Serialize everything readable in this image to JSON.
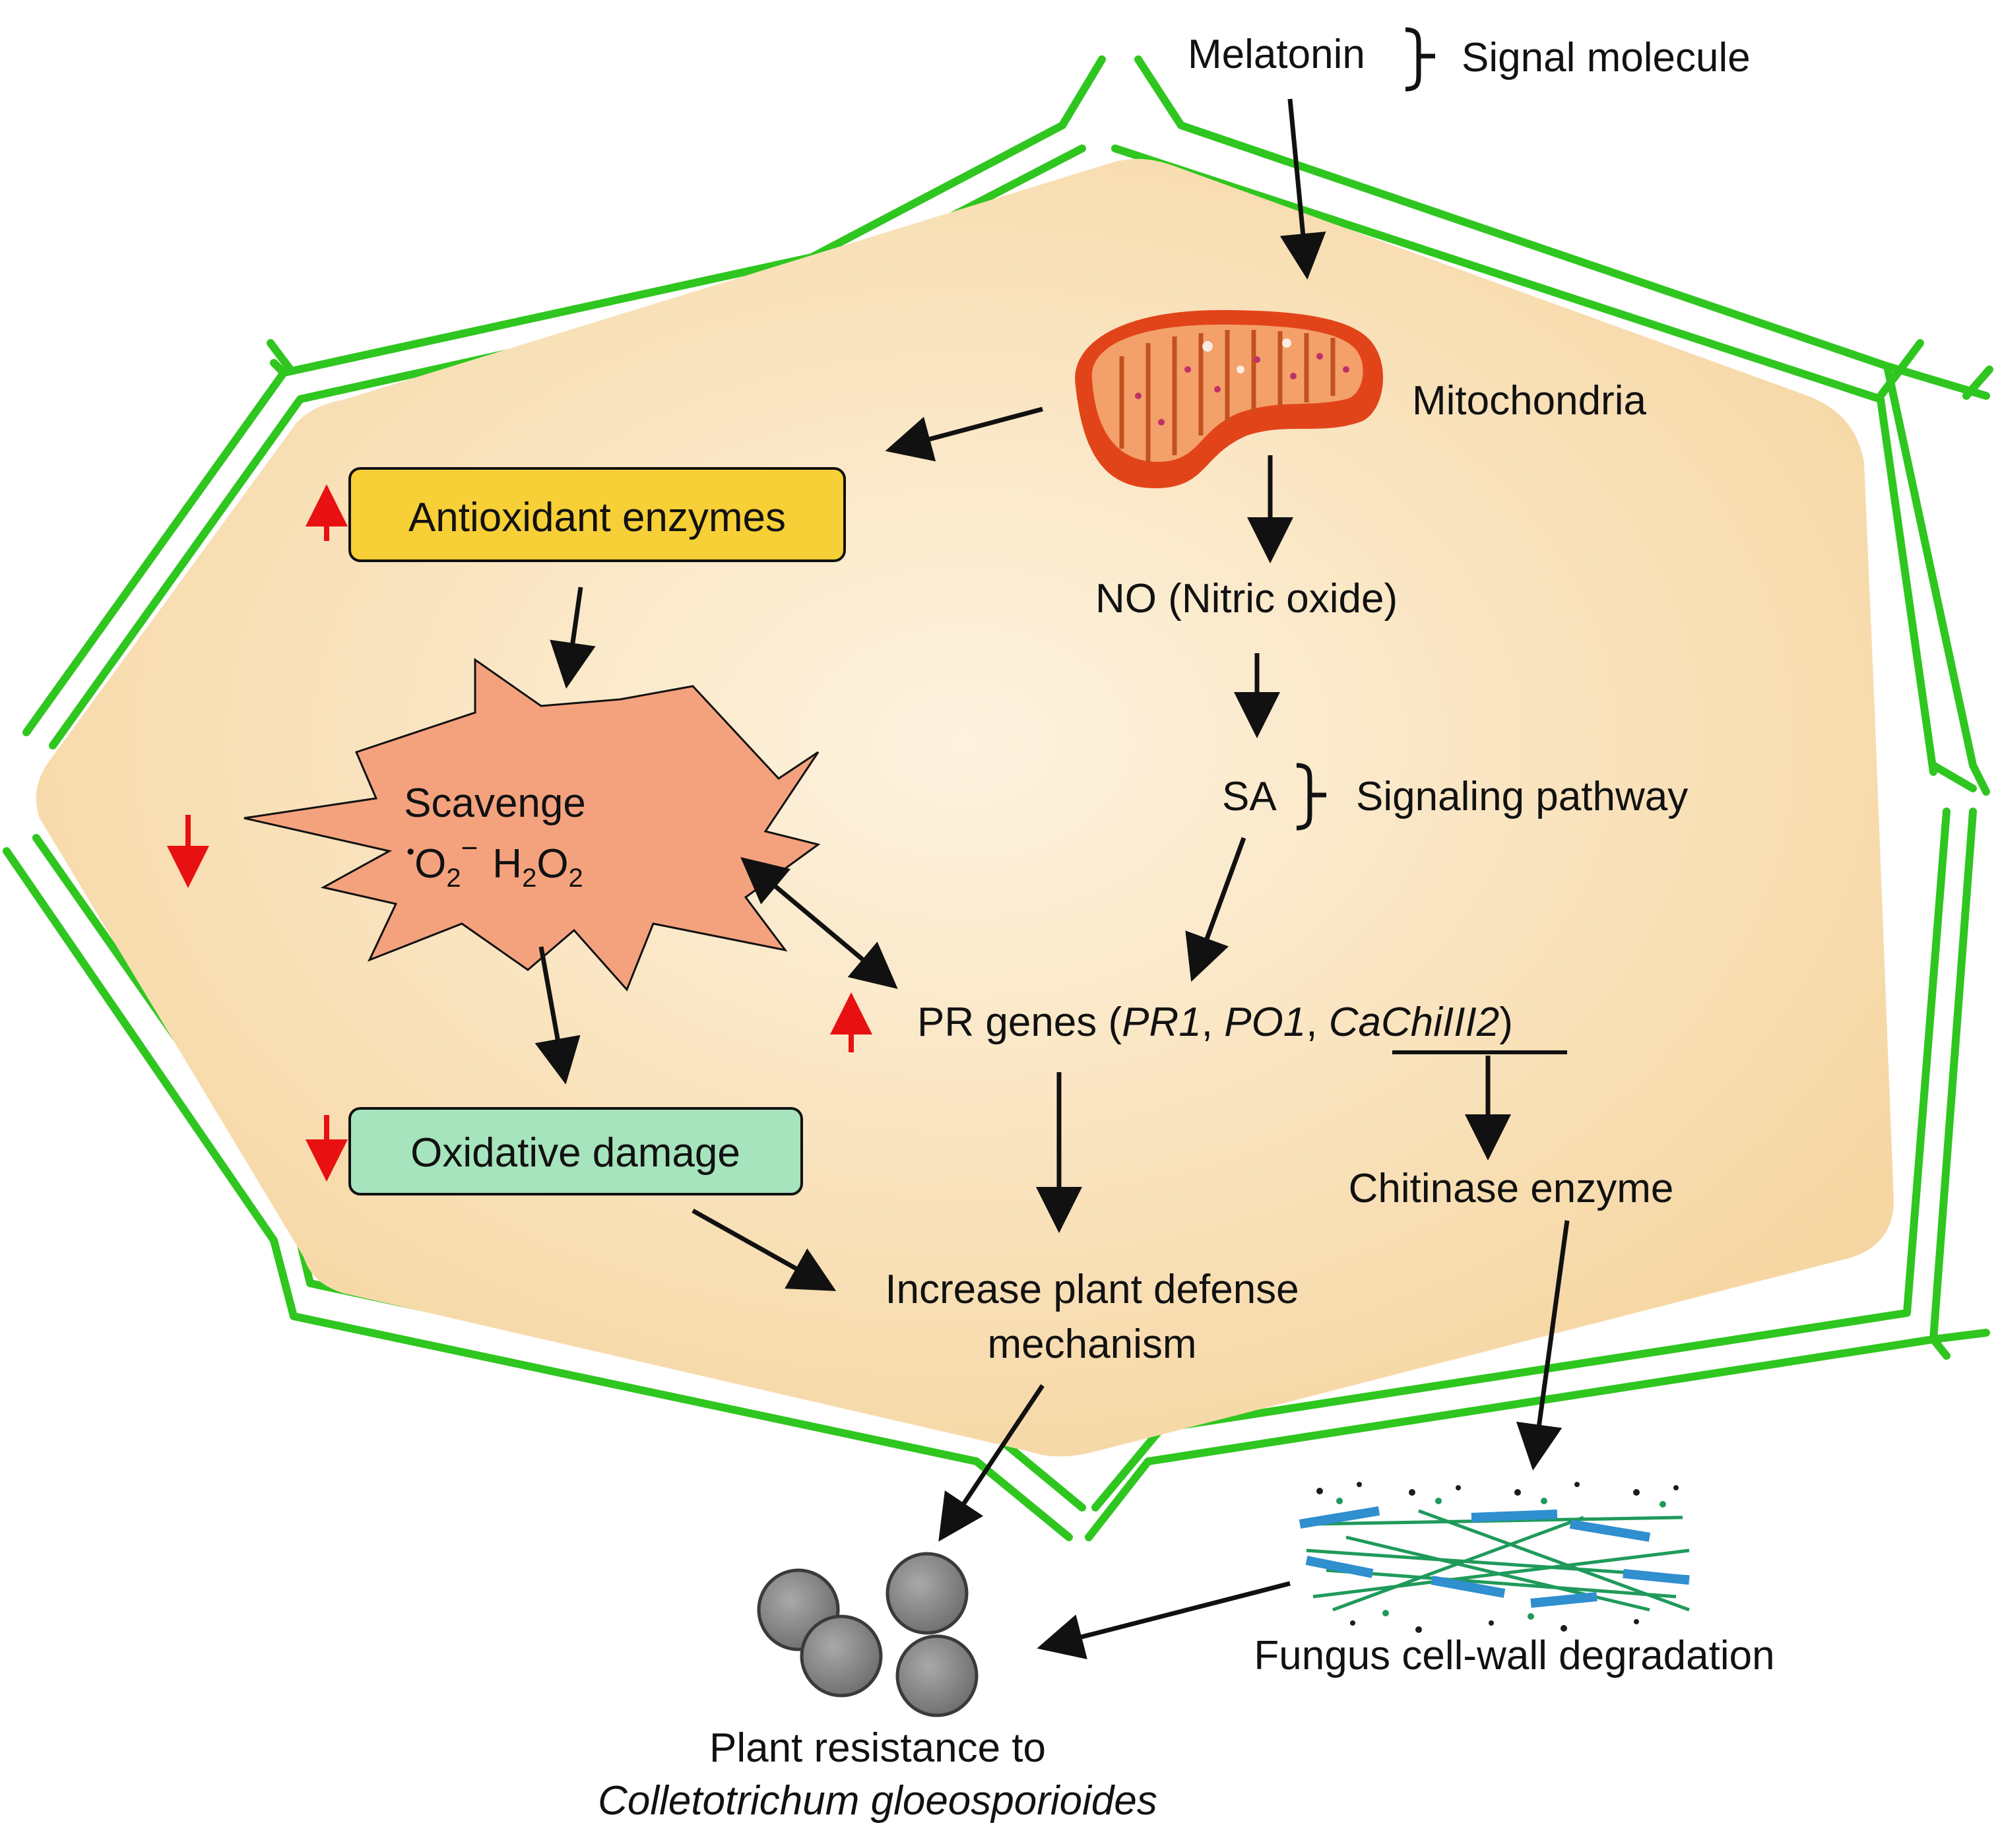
{
  "colors": {
    "cell_wall": "#2fc61f",
    "cytoplasm": "#f7d7a4",
    "mito_outer": "#e2441a",
    "antioxidant_box": "#f7cf36",
    "oxidative_box": "#a6e4bd",
    "burst": "#f4a27e",
    "up_down_arrow": "#e81010",
    "arrow": "#111111",
    "spore": "#8c8c8c",
    "fiber_blue": "#2f8fcf",
    "fiber_green": "#1f9a5a"
  },
  "icons": {
    "mitochondria": "mitochondria-icon",
    "spores": "fungal-spores-icon",
    "fibers": "cell-wall-fibers-icon"
  },
  "labels": {
    "melatonin": "Melatonin",
    "signal_molecule": "Signal molecule",
    "mitochondria": "Mitochondria",
    "antioxidant_enzymes": "Antioxidant enzymes",
    "no": "NO (Nitric oxide)",
    "scavenge": "Scavenge",
    "superoxide_dot": "•",
    "superoxide_o": "O",
    "superoxide_sub": "2",
    "superoxide_sup": "−",
    "h2o2_h": "H",
    "h2o2_sub1": "2",
    "h2o2_o": "O",
    "h2o2_sub2": "2",
    "sa": "SA",
    "signaling_pathway": "Signaling pathway",
    "pr_genes_prefix": "PR genes (",
    "pr1": "PR1",
    "comma1": ", ",
    "po1": "PO1",
    "comma2": ", ",
    "cachi": "CaChiIII2",
    "pr_genes_suffix": ")",
    "oxidative_damage": "Oxidative damage",
    "chitinase": "Chitinase enzyme",
    "defense_line1": "Increase plant defense",
    "defense_line2": "mechanism",
    "fungus_degradation": "Fungus cell-wall degradation",
    "resistance_line1": "Plant resistance to",
    "resistance_line2": "Colletotrichum gloeosporioides"
  }
}
